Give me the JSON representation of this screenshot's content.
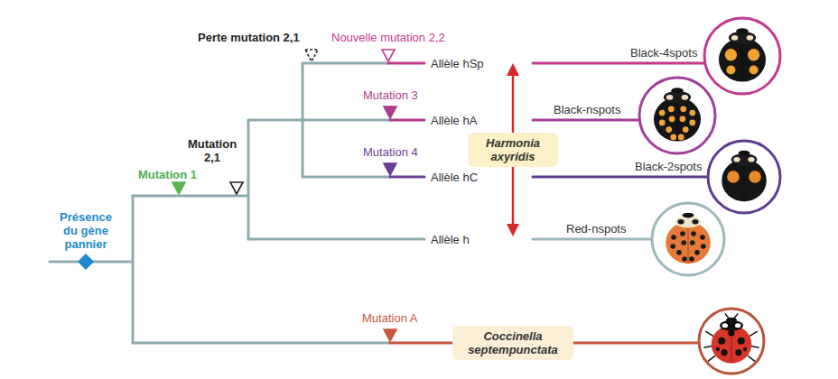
{
  "diagram": {
    "nodes": [
      {
        "text": [
          "Harmonia axyridis"
        ]
      },
      {
        "text": [
          "Coccinella septempunctata"
        ]
      }
    ],
    "labels": [
      "Présence du gène pannier",
      "Mutation 1",
      "Mutation 2,1",
      "Perte mutation 2,1",
      "Nouvelle mutation 2,2",
      "Mutation 3",
      "Mutation 4",
      "Mutation A",
      "Allèle hSp",
      "Allèle hA",
      "Allèle hC",
      "Allèle h",
      "Black-4spots",
      "Black-nspots",
      "Black-2spots",
      "Red-nspots"
    ]
  }
}
